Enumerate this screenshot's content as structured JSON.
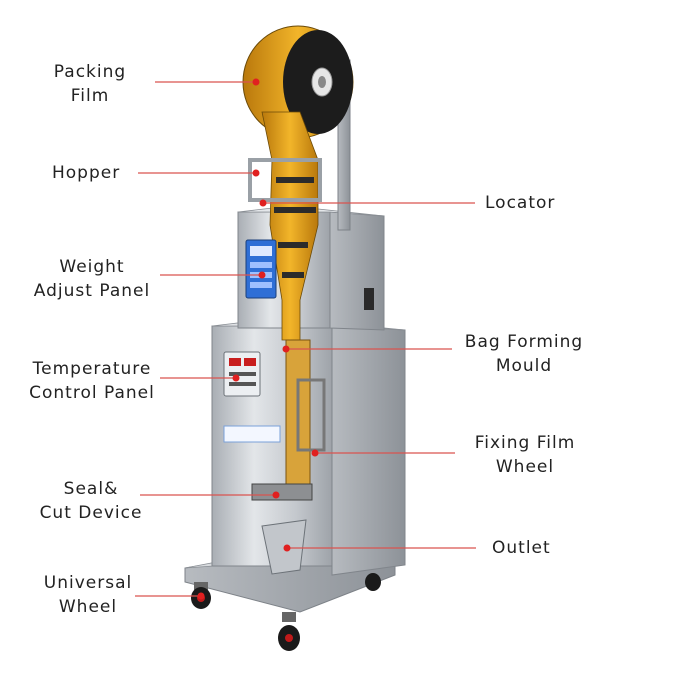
{
  "colors": {
    "leader_line": "#d9534f",
    "dot": "#e02020",
    "steel": "#c9cdd2",
    "film_gold": "#e8a317",
    "film_dark": "#1a1a1a",
    "text": "#222222"
  },
  "labels": {
    "packing_film": [
      "Packing",
      "Film"
    ],
    "hopper": [
      "Hopper"
    ],
    "locator": [
      "Locator"
    ],
    "weight_adjust_panel": [
      "Weight",
      "Adjust Panel"
    ],
    "bag_forming_mould": [
      "Bag Forming",
      "Mould"
    ],
    "temperature_control_panel": [
      "Temperature",
      "Control Panel"
    ],
    "fixing_film_wheel": [
      "Fixing Film",
      "Wheel"
    ],
    "seal_cut_device": [
      "Seal&",
      "Cut Device"
    ],
    "outlet": [
      "Outlet"
    ],
    "universal_wheel": [
      "Universal",
      "Wheel"
    ]
  }
}
